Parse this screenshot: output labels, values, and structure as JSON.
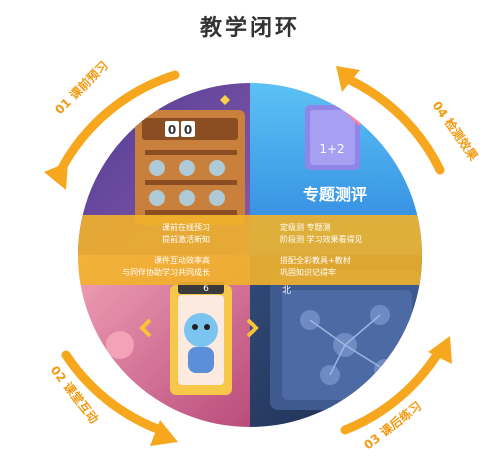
{
  "title": "教学闭环",
  "stages": [
    {
      "label": "01 课前预习"
    },
    {
      "label": "02 课堂互动"
    },
    {
      "label": "03 课后练习"
    },
    {
      "label": "04 检测效果"
    }
  ],
  "descriptions": {
    "top_left": [
      "课前在线预习",
      "提前激活新知"
    ],
    "top_right": [
      "定级测 专题测",
      "阶段测 学习效果看得见"
    ],
    "bottom_left": [
      "课件互动效率高",
      "与同伴协助学习共同成长"
    ],
    "bottom_right": [
      "搭配全彩教具+教材",
      "巩固知识记得牢"
    ]
  },
  "quadrants": {
    "top_left": {
      "counter": "00"
    },
    "top_right": {
      "card_label": "专题测评",
      "book_text": "1+2"
    },
    "bottom_left": {
      "badge": "6"
    },
    "bottom_right": {
      "compass": "北"
    }
  },
  "colors": {
    "arrow": "#F7A71E",
    "band": "#F2B22A",
    "top_right_bg": "#3FA3EC",
    "top_left_bg": "#5A3E8E",
    "bottom_left_bg": "#E36F8B",
    "bottom_right_bg": "#2B3E66"
  }
}
